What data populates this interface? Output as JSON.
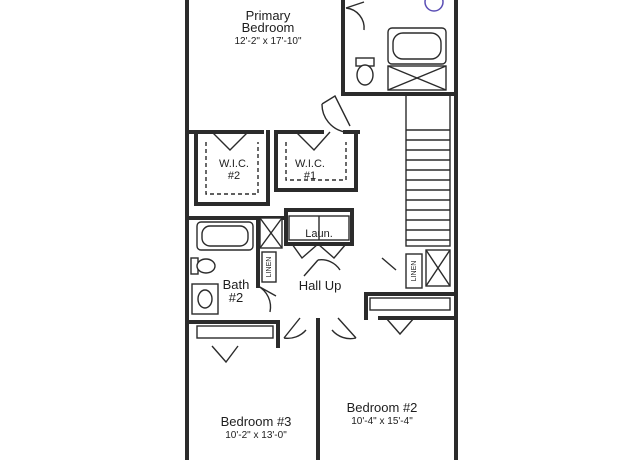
{
  "rooms": {
    "primary_bedroom": {
      "name_line1": "Primary",
      "name_line2": "Bedroom",
      "dims": "12'-2\" x 17'-10\""
    },
    "wic2": {
      "name": "W.I.C.",
      "num": "#2"
    },
    "wic1": {
      "name": "W.I.C.",
      "num": "#1"
    },
    "laundry": {
      "name": "Laun."
    },
    "bath2": {
      "name": "Bath",
      "num": "#2"
    },
    "hall": {
      "name": "Hall Up"
    },
    "bedroom3": {
      "name": "Bedroom #3",
      "dims": "10'-2\" x 13'-0\""
    },
    "bedroom2": {
      "name": "Bedroom #2",
      "dims": "10'-4\" x 15'-4\""
    }
  },
  "linen_labels": {
    "left": "LINEN",
    "right": "LINEN"
  },
  "colors": {
    "line": "#2b2b2b",
    "corner_icon": "#5b4fb5"
  }
}
